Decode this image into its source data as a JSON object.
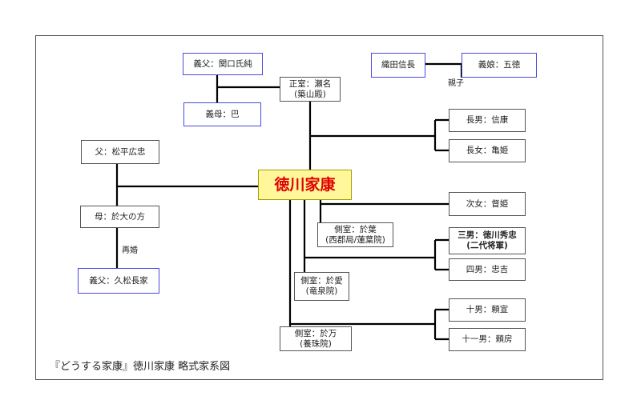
{
  "persons": {
    "adoptive_father_sekiguchi": "義父：関口氏純",
    "adoptive_mother": "義母：巴",
    "wife": [
      "正室：瀬名",
      "(築山殿)"
    ],
    "oda_nobunaga": "織田信長",
    "adopted_daughter": "義娘：五徳",
    "eldest_son": "長男：信康",
    "eldest_daughter": "長女：亀姫",
    "father": "父：松平広忠",
    "ieyasu": "徳川家康",
    "mother": "母：於大の方",
    "stepfather": "義父：久松長家",
    "second_daughter": "次女：督姫",
    "concubine_oha": [
      "側室：於葉",
      "(西郡局/蓮葉院)"
    ],
    "third_son": [
      "三男：徳川秀忠",
      "(二代将軍)"
    ],
    "fourth_son": "四男：忠吉",
    "concubine_oai": [
      "側室：於愛",
      "(竜泉院)"
    ],
    "tenth_son": "十男：頼宣",
    "eleventh_son": "十一男：頼房",
    "concubine_oman": [
      "側室：於万",
      "(養珠院)"
    ]
  },
  "labels": {
    "oyako": "親子",
    "saien": "再婚"
  },
  "caption": "『どうする家康』徳川家康 略式家系図",
  "colors": {
    "main_fill": "#fff79a",
    "main_text": "#e00000",
    "blue_border": "#4a4ae0",
    "line": "#000000"
  }
}
